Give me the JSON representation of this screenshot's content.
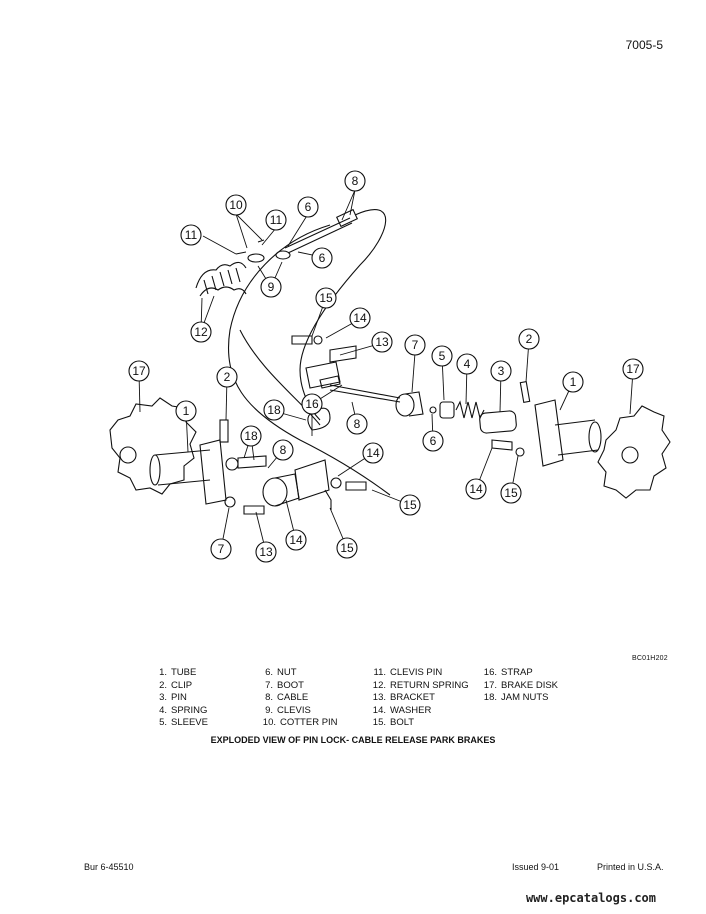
{
  "page_number": "7005-5",
  "figure_id": "BC01H202",
  "caption": "EXPLODED VIEW OF PIN LOCK- CABLE RELEASE PARK BRAKES",
  "legend": [
    [
      {
        "n": "1.",
        "label": "TUBE"
      },
      {
        "n": "2.",
        "label": "CLIP"
      },
      {
        "n": "3.",
        "label": "PIN"
      },
      {
        "n": "4.",
        "label": "SPRING"
      },
      {
        "n": "5.",
        "label": "SLEEVE"
      }
    ],
    [
      {
        "n": "6.",
        "label": "NUT"
      },
      {
        "n": "7.",
        "label": "BOOT"
      },
      {
        "n": "8.",
        "label": "CABLE"
      },
      {
        "n": "9.",
        "label": "CLEVIS"
      },
      {
        "n": "10.",
        "label": "COTTER PIN"
      }
    ],
    [
      {
        "n": "11.",
        "label": "CLEVIS PIN"
      },
      {
        "n": "12.",
        "label": "RETURN SPRING"
      },
      {
        "n": "13.",
        "label": "BRACKET"
      },
      {
        "n": "14.",
        "label": "WASHER"
      },
      {
        "n": "15.",
        "label": "BOLT"
      }
    ],
    [
      {
        "n": "16.",
        "label": "STRAP"
      },
      {
        "n": "17.",
        "label": "BRAKE DISK"
      },
      {
        "n": "18.",
        "label": "JAM NUTS"
      }
    ]
  ],
  "footer": {
    "left": "Bur 6-45510",
    "issued": "Issued 9-01",
    "printed": "Printed in U.S.A.",
    "watermark": "www.epcatalogs.com"
  },
  "callouts": [
    "8",
    "10",
    "11",
    "6",
    "11",
    "6",
    "9",
    "12",
    "15",
    "14",
    "13",
    "7",
    "5",
    "4",
    "3",
    "2",
    "1",
    "17",
    "17",
    "2",
    "1",
    "18",
    "16",
    "8",
    "6",
    "18",
    "8",
    "14",
    "15",
    "14",
    "15",
    "7",
    "13",
    "14",
    "15"
  ]
}
